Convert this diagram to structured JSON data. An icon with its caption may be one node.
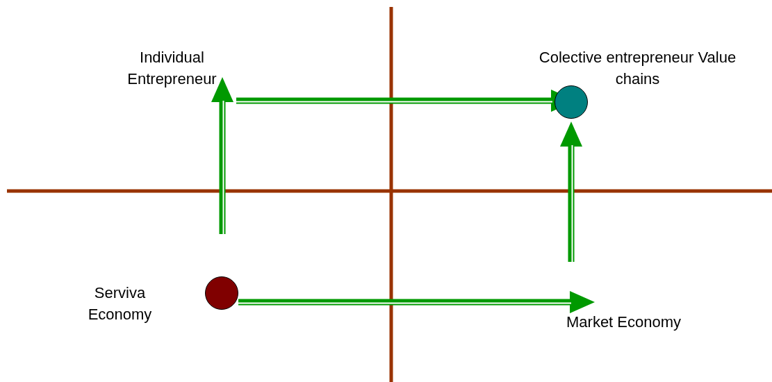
{
  "diagram": {
    "nodes": [
      {
        "text": [
          "Individual Entrepreneur"
        ]
      },
      {
        "text": [
          "Colective entrepreneur Value chains"
        ]
      },
      {
        "text": [],
        "shape": "circle"
      },
      {
        "text": [],
        "shape": "circle"
      },
      {
        "text": [
          "Serviva Economy"
        ]
      },
      {
        "text": [
          "Market Economy"
        ]
      }
    ],
    "edges": [
      {
        "from": 0,
        "to": 2,
        "arrow": "to"
      },
      {
        "from": null,
        "to": 0,
        "arrow": "to"
      },
      {
        "from": 3,
        "to": 5,
        "arrow": "to"
      },
      {
        "from": null,
        "to": 2,
        "arrow": "to"
      }
    ]
  }
}
